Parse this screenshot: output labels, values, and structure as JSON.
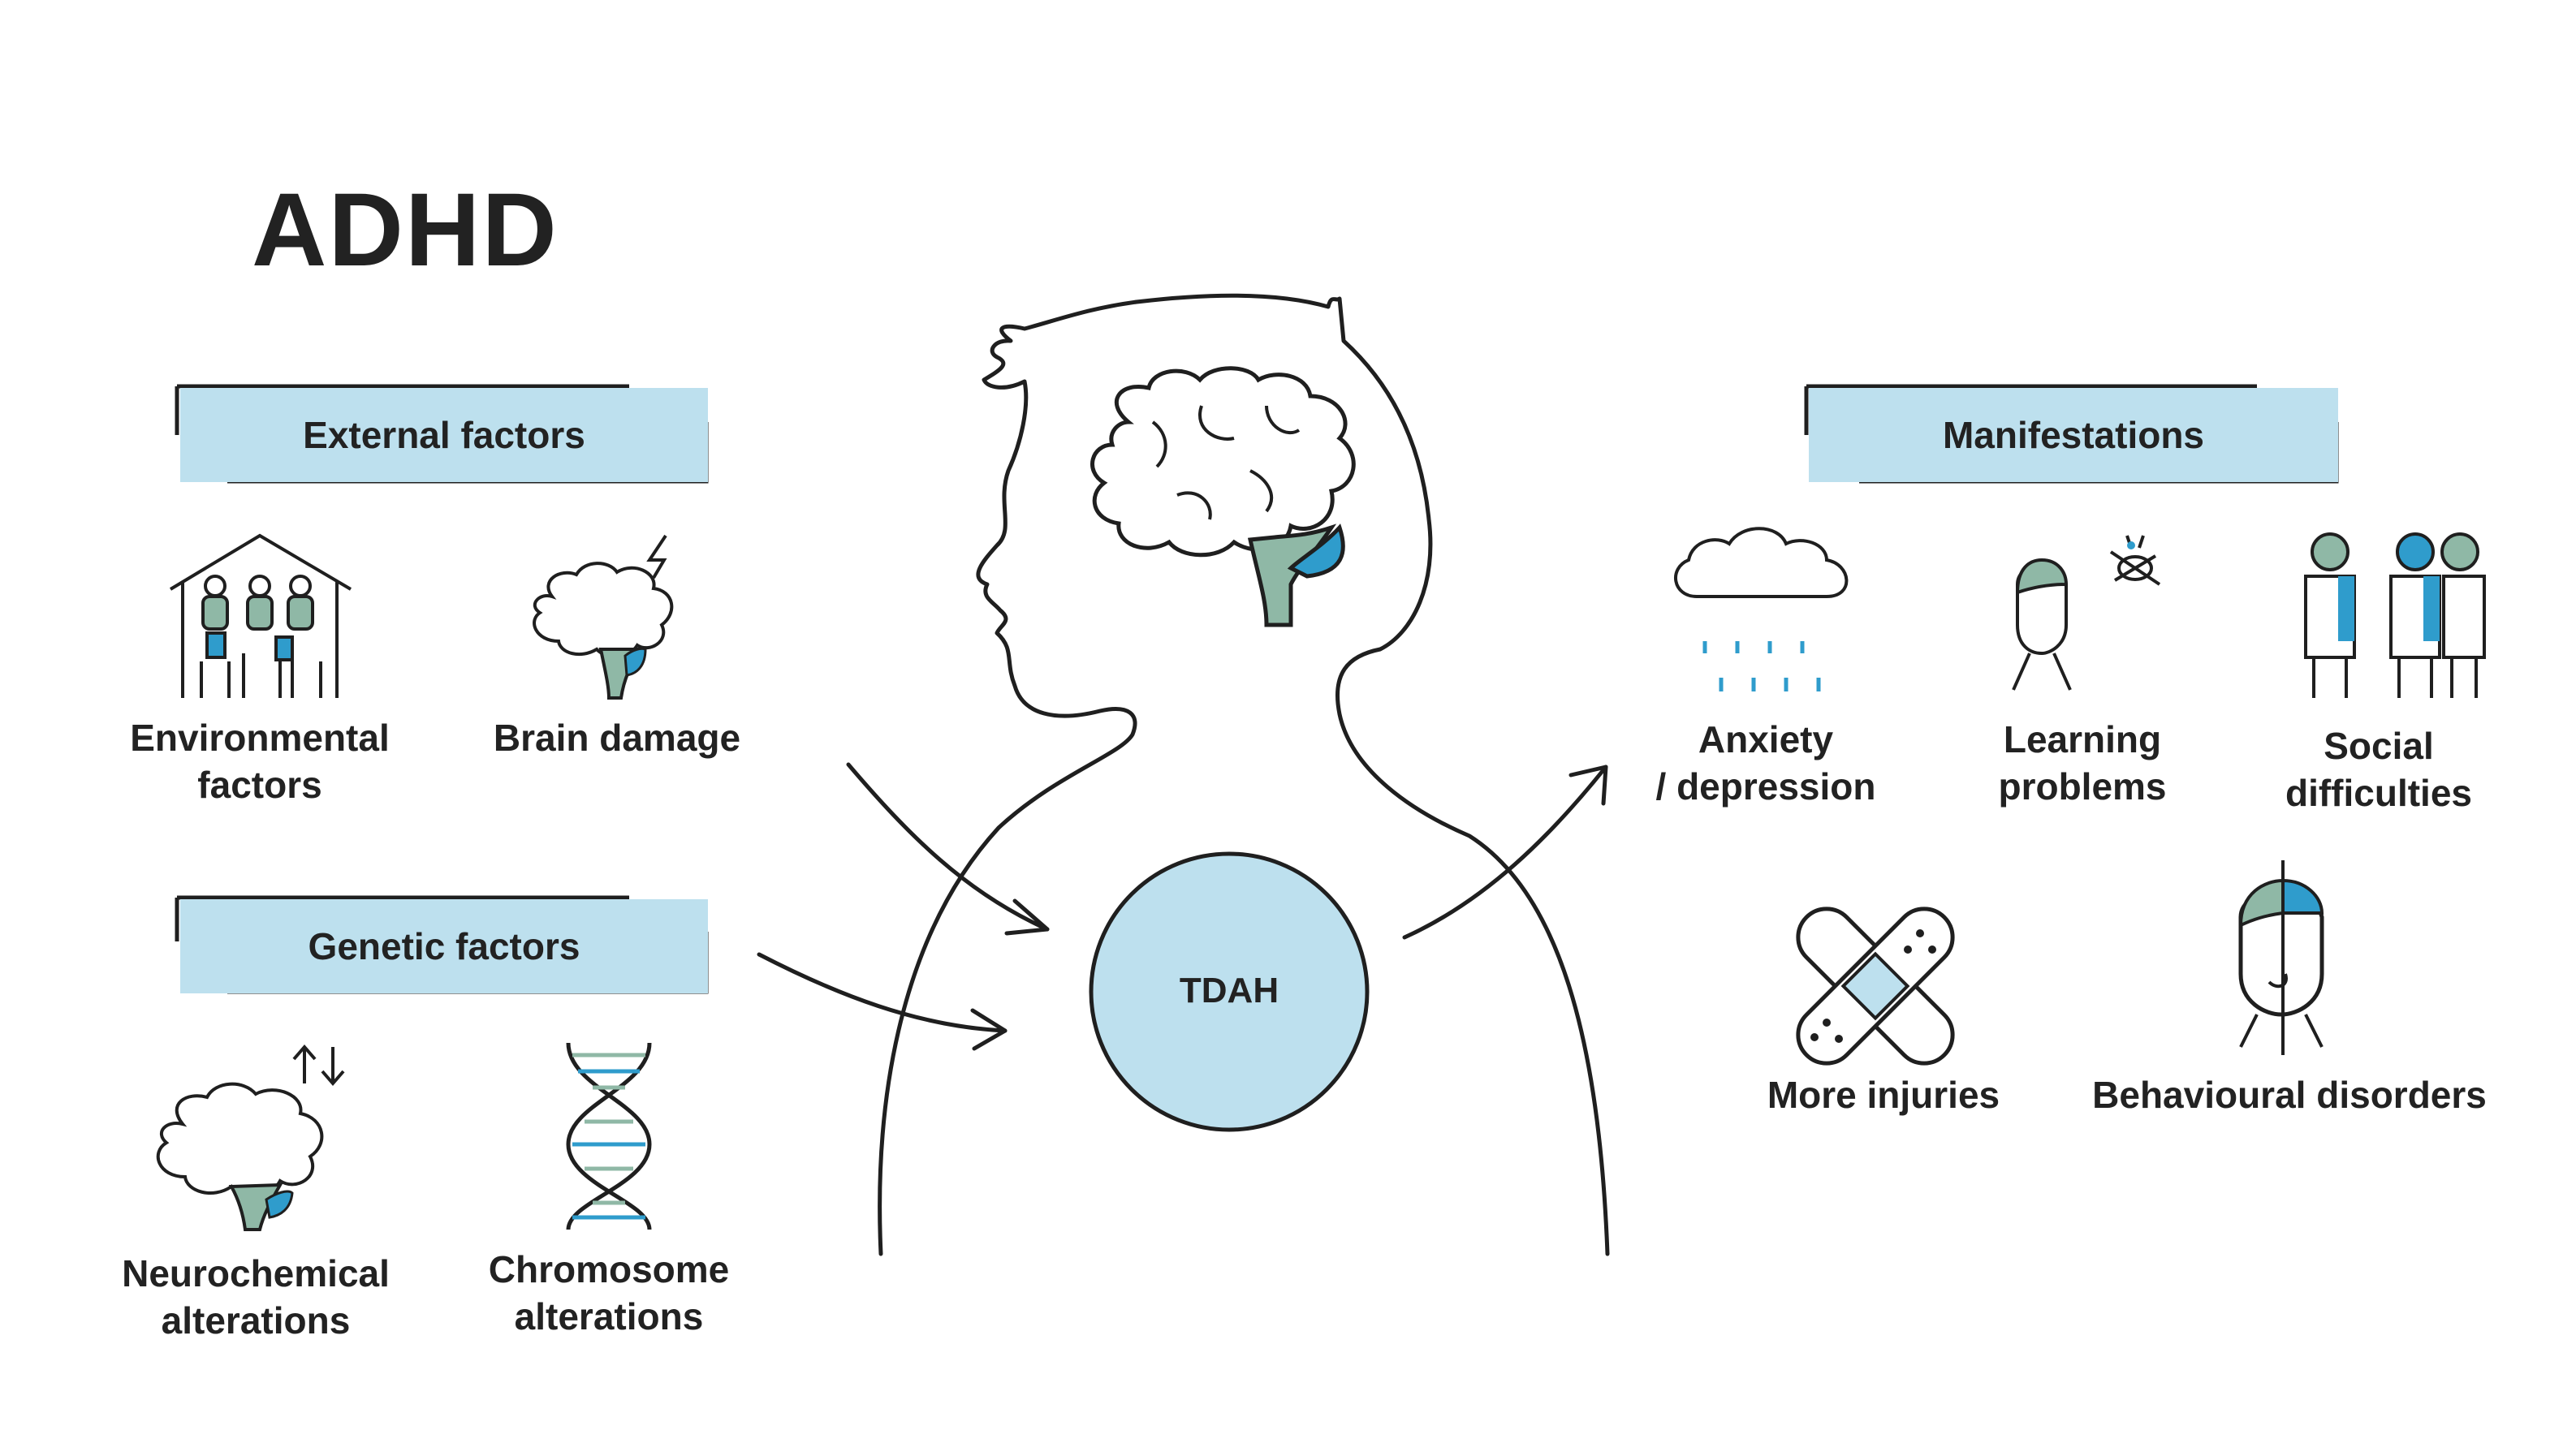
{
  "title": "ADHD",
  "external_factors": {
    "heading": "External factors",
    "items": [
      "Environmental\nfactors",
      "Brain damage"
    ]
  },
  "genetic_factors": {
    "heading": "Genetic factors",
    "items": [
      "Neurochemical\nalterations",
      "Chromosome\nalterations"
    ]
  },
  "center": {
    "label": "TDAH"
  },
  "manifestations": {
    "heading": "Manifestations",
    "items": [
      "Anxiety\n/ depression",
      "Learning\nproblems",
      "Social\ndifficulties",
      "More injuries",
      "Behavioural disorders"
    ]
  },
  "colors": {
    "light_blue": "#bde0ee",
    "blue": "#2f9ccc",
    "green": "#8fb8a6",
    "outline": "#1f1f1f"
  }
}
